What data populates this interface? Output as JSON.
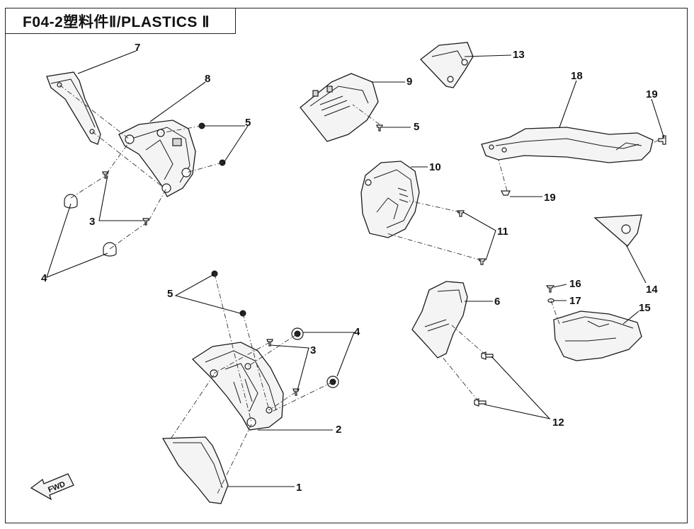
{
  "title": "F04-2塑料件Ⅱ/PLASTICS Ⅱ",
  "fwd_label": "FWD",
  "callouts": {
    "c1": "1",
    "c2": "2",
    "c3a": "3",
    "c3b": "3",
    "c4a": "4",
    "c4b": "4",
    "c5a": "5",
    "c5b": "5",
    "c5c": "5",
    "c6": "6",
    "c7": "7",
    "c8": "8",
    "c9": "9",
    "c10": "10",
    "c11": "11",
    "c12": "12",
    "c13": "13",
    "c14": "14",
    "c15": "15",
    "c16": "16",
    "c17": "17",
    "c18": "18",
    "c19a": "19",
    "c19b": "19"
  }
}
